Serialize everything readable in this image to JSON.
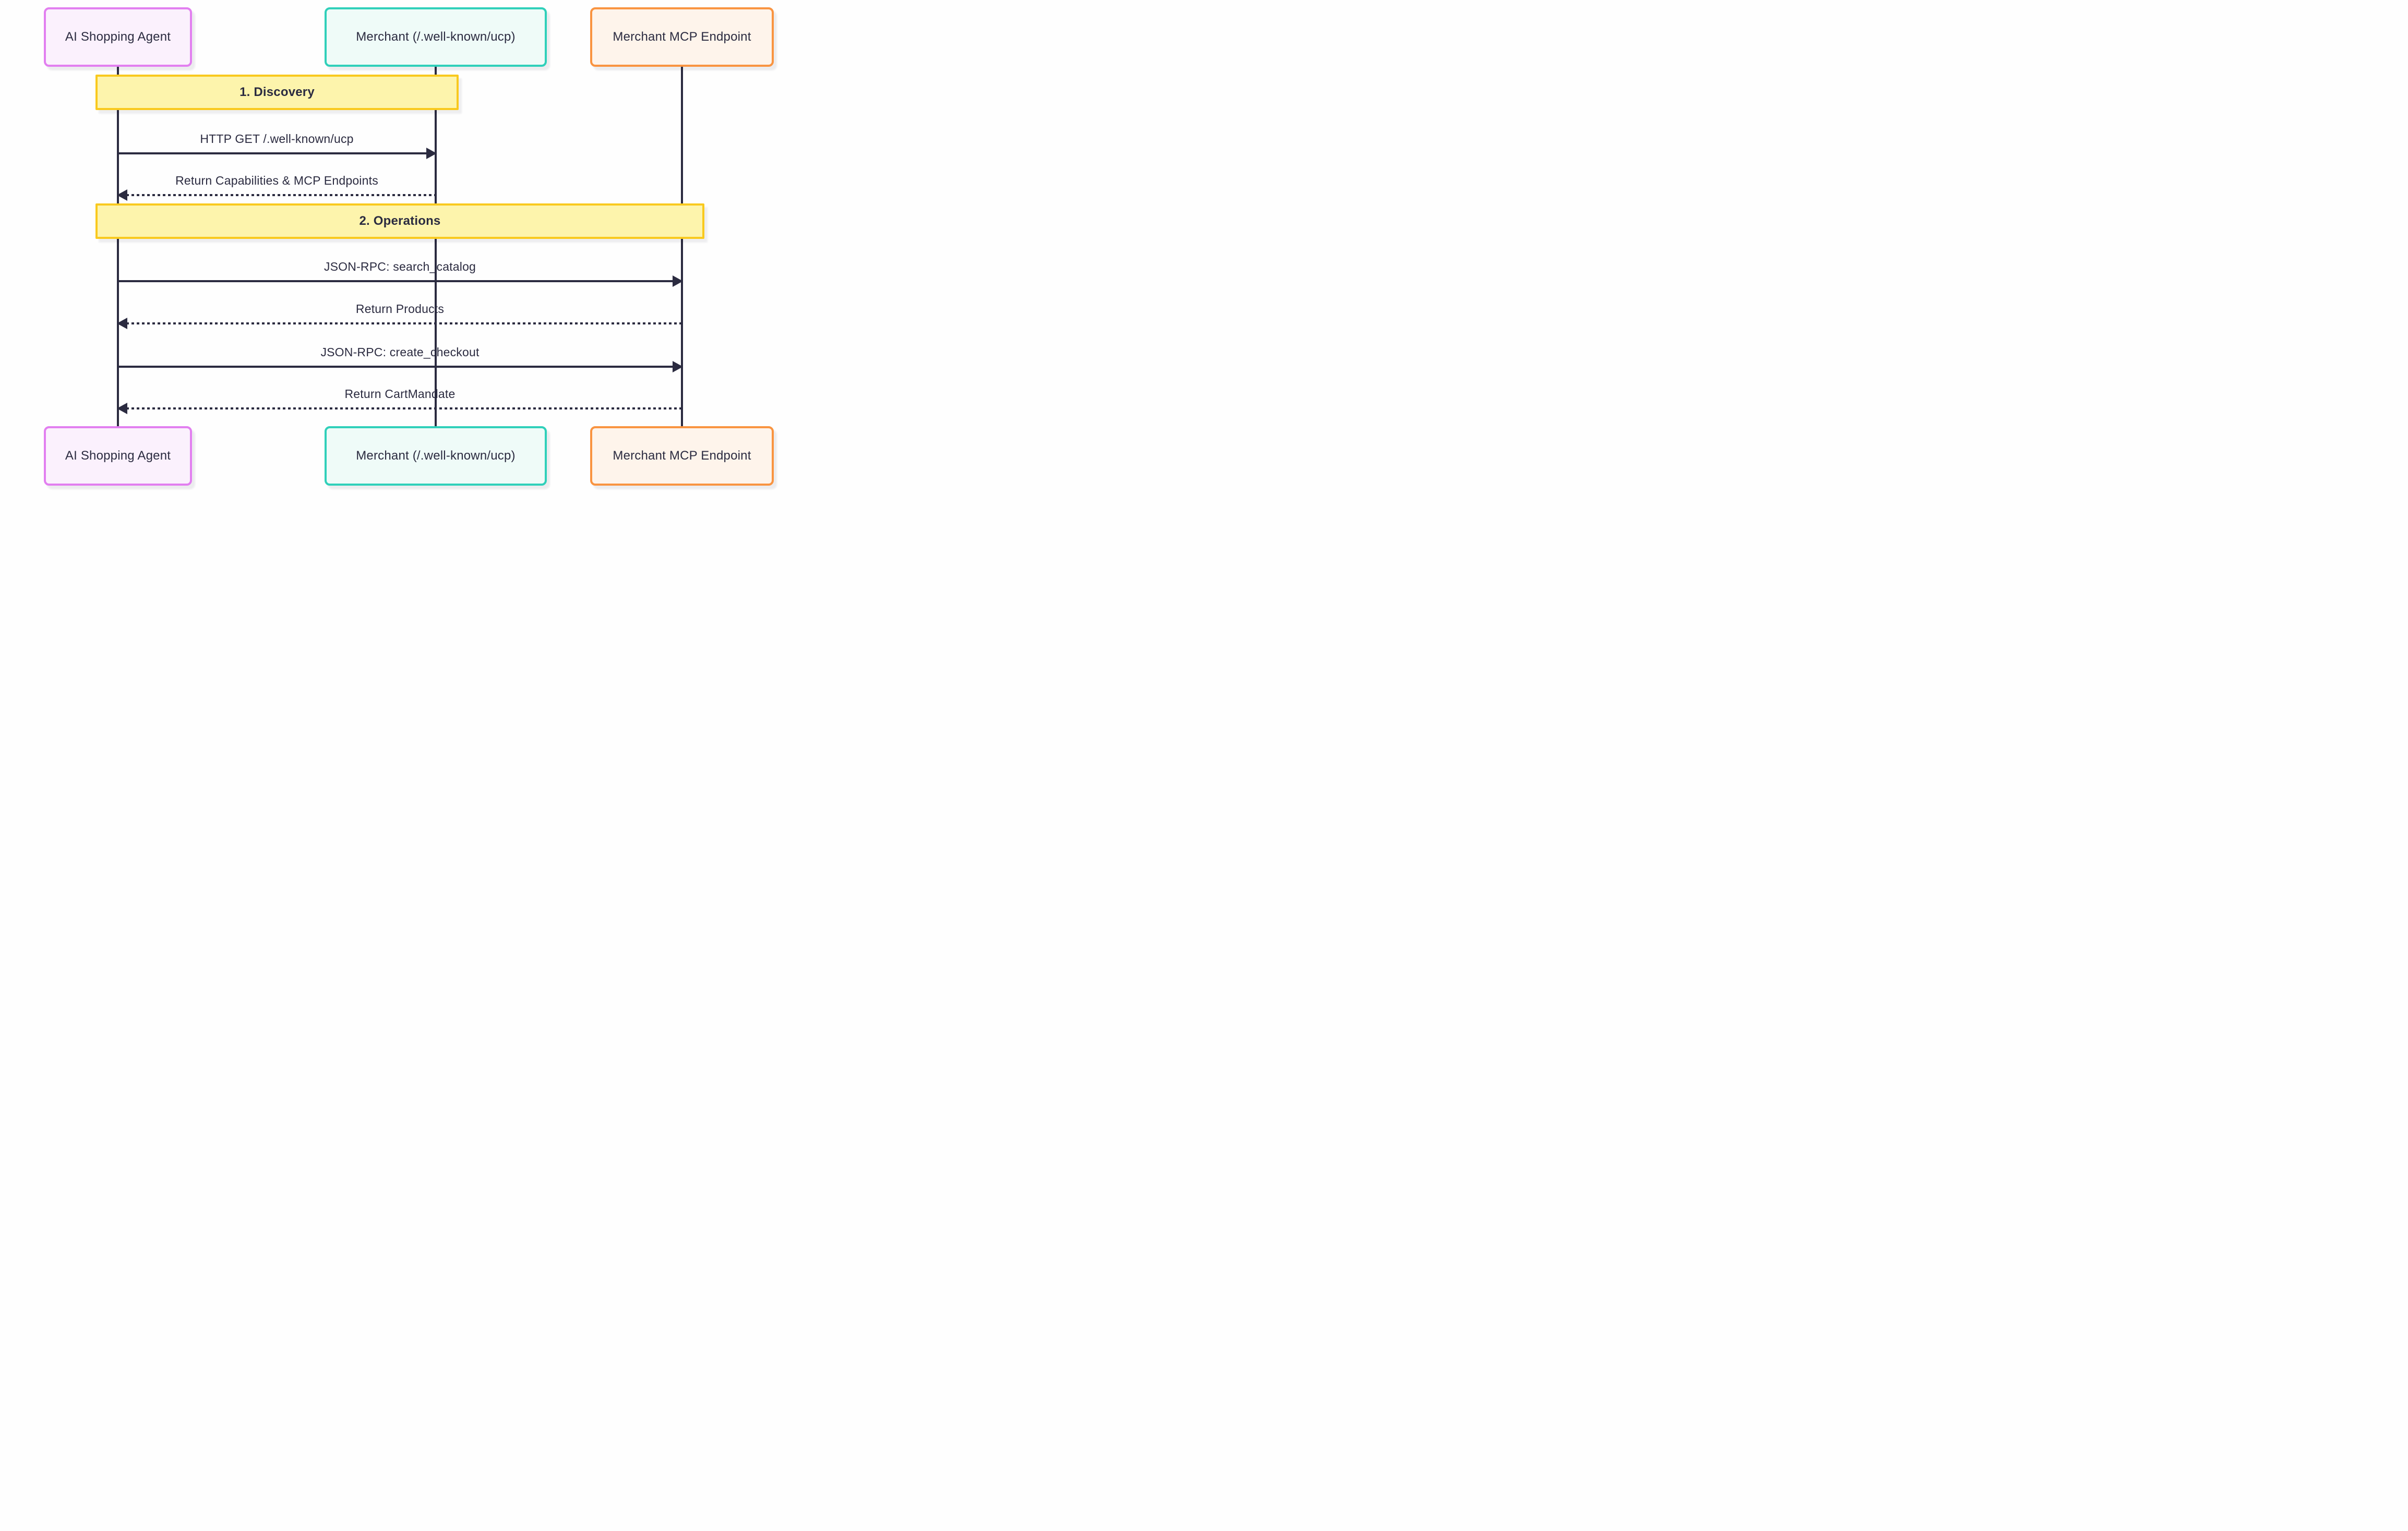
{
  "diagram": {
    "type": "sequence",
    "actors": [
      {
        "id": "agent",
        "label": "AI Shopping Agent",
        "border_color": "#E27FF0",
        "fill_color": "#FBF1FD"
      },
      {
        "id": "merchant",
        "label": "Merchant (/.well-known/ucp)",
        "border_color": "#30D0BA",
        "fill_color": "#EFFBF8"
      },
      {
        "id": "mcp",
        "label": "Merchant MCP Endpoint",
        "border_color": "#F99441",
        "fill_color": "#FEF4EB"
      }
    ],
    "sections": [
      {
        "label": "1. Discovery",
        "fill_color": "#FDF4AC",
        "border_color": "#F9C91E"
      },
      {
        "label": "2. Operations",
        "fill_color": "#FDF4AC",
        "border_color": "#F9C91E"
      }
    ],
    "messages": [
      {
        "label": "HTTP GET /.well-known/ucp",
        "from": "agent",
        "to": "merchant",
        "line_style": "solid"
      },
      {
        "label": "Return Capabilities & MCP Endpoints",
        "from": "merchant",
        "to": "agent",
        "line_style": "dotted"
      },
      {
        "label": "JSON-RPC: search_catalog",
        "from": "agent",
        "to": "mcp",
        "line_style": "solid"
      },
      {
        "label": "Return Products",
        "from": "mcp",
        "to": "agent",
        "line_style": "dotted"
      },
      {
        "label": "JSON-RPC: create_checkout",
        "from": "agent",
        "to": "mcp",
        "line_style": "solid"
      },
      {
        "label": "Return CartMandate",
        "from": "mcp",
        "to": "agent",
        "line_style": "dotted"
      }
    ],
    "colors": {
      "line": "#2B2B40",
      "text": "#2B2B40",
      "background": "#FEFEFE"
    }
  }
}
